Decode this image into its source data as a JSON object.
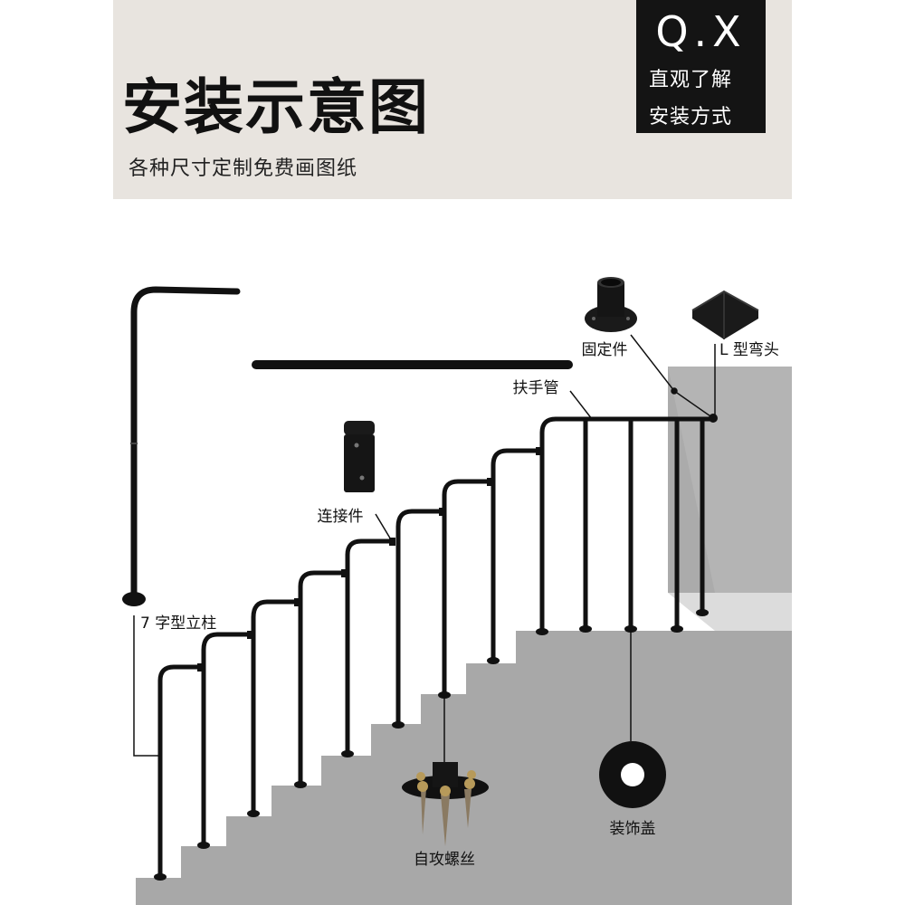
{
  "header": {
    "title": "安装示意图",
    "subtitle": "各种尺寸定制免费画图纸"
  },
  "badge": {
    "logo": "Q.X",
    "line1": "直观了解",
    "line2": "安装方式"
  },
  "labels": {
    "fixing_base": "固定件",
    "l_elbow": "L 型弯头",
    "handrail": "扶手管",
    "connector": "连接件",
    "seven_post": "7 字型立柱",
    "screws": "自攻螺丝",
    "decor_cap": "装饰盖"
  },
  "colors": {
    "header_bg": "#e8e4df",
    "badge_bg": "#141414",
    "stair": "#a8a8a8",
    "wall": "#b4b4b4",
    "metal": "#111111"
  }
}
